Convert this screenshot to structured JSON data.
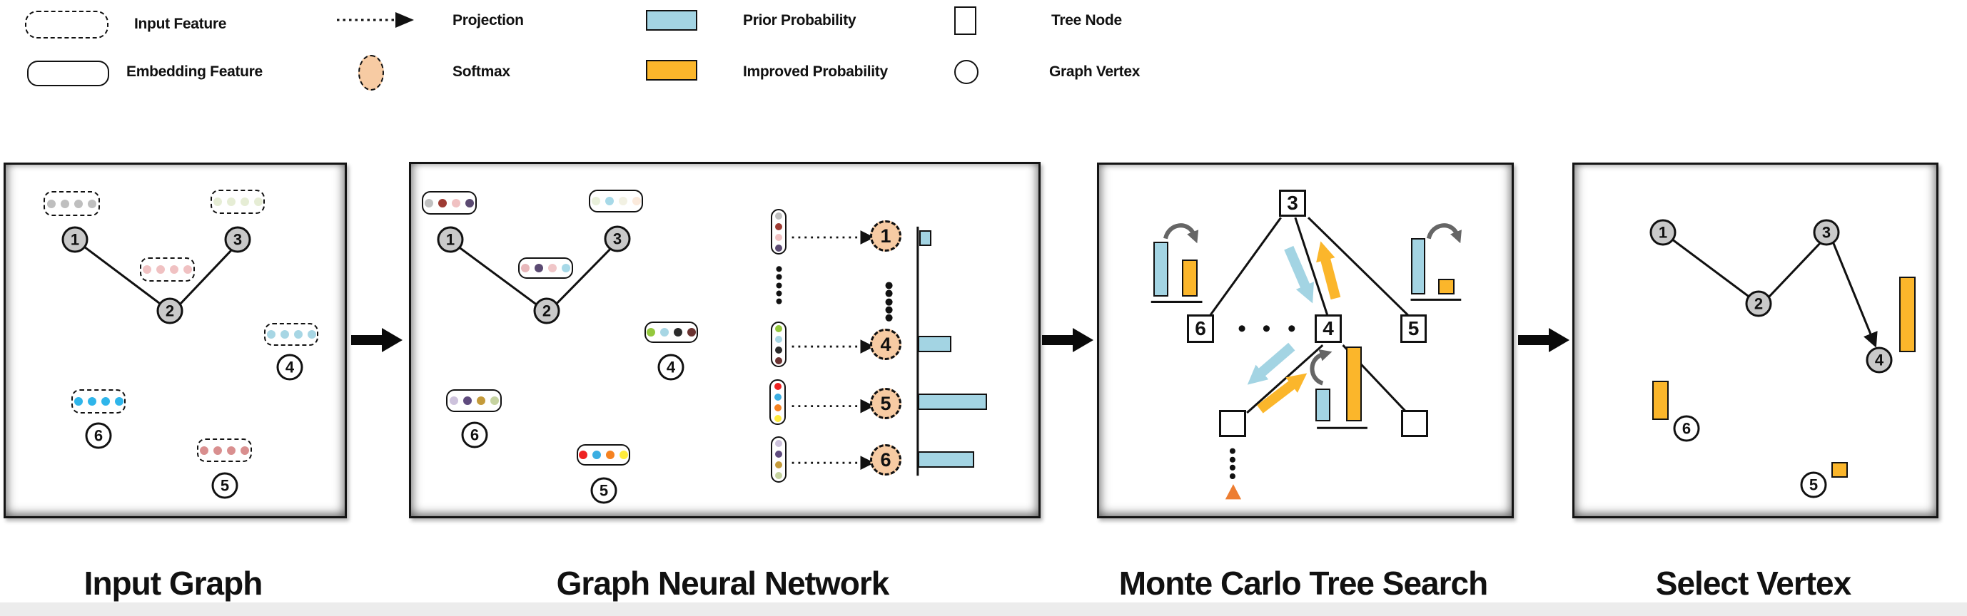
{
  "palette": {
    "prior_probability_blue": "#A3D4E3",
    "improved_probability_yellow": "#FBB62B",
    "softmax_peach": "#F7CBA3",
    "graph_vertex_gray": "#C9C9C9",
    "outline_black": "#111111",
    "update_arrow_gray": "#666666",
    "rollout_triangle_orange": "#ED7D31"
  },
  "legend": {
    "items": [
      {
        "label": "Input Feature",
        "icon": "dashed-rounded-rect"
      },
      {
        "label": "Embedding Feature",
        "icon": "solid-rounded-rect"
      },
      {
        "label": "Projection",
        "icon": "dotted-arrow"
      },
      {
        "label": "Softmax",
        "icon": "dashed-peach-ellipse"
      },
      {
        "label": "Prior Probability",
        "icon": "blue-rect"
      },
      {
        "label": "Improved Probability",
        "icon": "yellow-rect"
      },
      {
        "label": "Tree Node",
        "icon": "white-square"
      },
      {
        "label": "Graph Vertex",
        "icon": "white-circle"
      }
    ]
  },
  "panels": {
    "input_graph": {
      "title": "Input Graph",
      "vertices": [
        {
          "label": "1",
          "state": "in-path"
        },
        {
          "label": "3",
          "state": "in-path"
        },
        {
          "label": "2",
          "state": "in-path"
        },
        {
          "label": "4",
          "state": "candidate"
        },
        {
          "label": "6",
          "state": "candidate"
        },
        {
          "label": "5",
          "state": "candidate"
        }
      ],
      "edges": [
        "1-2",
        "2-3"
      ],
      "features": [
        {
          "vertex": "1",
          "colors": [
            "#BFBFBF",
            "#BFBFBF",
            "#BFBFBF",
            "#BFBFBF"
          ]
        },
        {
          "vertex": "3",
          "colors": [
            "#E6EDD5",
            "#E6EDD5",
            "#E6EDD5",
            "#E6EDD5"
          ]
        },
        {
          "vertex": "2",
          "colors": [
            "#F0C1C2",
            "#F0C1C2",
            "#F0C1C2",
            "#F0C1C2"
          ]
        },
        {
          "vertex": "4",
          "colors": [
            "#A7D6E4",
            "#A7D6E4",
            "#A7D6E4",
            "#A7D6E4"
          ]
        },
        {
          "vertex": "6",
          "colors": [
            "#2FB5EA",
            "#2FB5EA",
            "#2FB5EA",
            "#2FB5EA"
          ]
        },
        {
          "vertex": "5",
          "colors": [
            "#D98F8F",
            "#D98F8F",
            "#D98F8F",
            "#D98F8F"
          ]
        }
      ]
    },
    "gnn": {
      "title": "Graph Neural Network",
      "vertices": [
        {
          "label": "1"
        },
        {
          "label": "3"
        },
        {
          "label": "2"
        },
        {
          "label": "4"
        },
        {
          "label": "6"
        },
        {
          "label": "5"
        }
      ],
      "edges": [
        "1-2",
        "2-3"
      ],
      "embeddings": [
        {
          "vertex": "1",
          "colors": [
            "#C0C0C0",
            "#9E3B33",
            "#F0C1C2",
            "#5B4A72"
          ]
        },
        {
          "vertex": "3",
          "colors": [
            "#E9F0DB",
            "#A7D9E8",
            "#F2F1E3",
            "#FBEADC"
          ]
        },
        {
          "vertex": "2",
          "colors": [
            "#E8B7BA",
            "#5B4A72",
            "#F0C6C8",
            "#A7D9E8"
          ]
        },
        {
          "vertex": "4",
          "colors": [
            "#94C83D",
            "#A7D6E4",
            "#2B2B2B",
            "#6B3331"
          ]
        },
        {
          "vertex": "6",
          "colors": [
            "#CDC2DC",
            "#5F4B7E",
            "#C49A3A",
            "#C6D3A0"
          ]
        },
        {
          "vertex": "5",
          "colors": [
            "#EE2222",
            "#3BAEE2",
            "#F58220",
            "#FFEB3B"
          ]
        }
      ],
      "projections": [
        {
          "vertex": "1",
          "embedding_colors": [
            "#C0C0C0",
            "#9E3B33",
            "#F0C1C2",
            "#5B4A72"
          ],
          "prior_probability": 0.18
        },
        {
          "vertex": "4",
          "embedding_colors": [
            "#94C83D",
            "#A7D6E4",
            "#2B2B2B",
            "#6B3331"
          ],
          "prior_probability": 0.48
        },
        {
          "vertex": "5",
          "embedding_colors": [
            "#EE2222",
            "#3BAEE2",
            "#F58220",
            "#FFEB3B"
          ],
          "prior_probability": 1.0
        },
        {
          "vertex": "6",
          "embedding_colors": [
            "#CDC2DC",
            "#5F4B7E",
            "#C49A3A",
            "#C6D3A0"
          ],
          "prior_probability": 0.81
        }
      ]
    },
    "mcts": {
      "title": "Monte Carlo Tree Search",
      "tree_nodes": [
        {
          "label": "3",
          "role": "root"
        },
        {
          "label": "6",
          "role": "child"
        },
        {
          "label": "4",
          "role": "child"
        },
        {
          "label": "5",
          "role": "child"
        },
        {
          "label": "",
          "role": "leaf"
        },
        {
          "label": "",
          "role": "leaf"
        }
      ],
      "edges": [
        "3-6",
        "3-4",
        "3-5",
        "4-left-leaf",
        "4-right-leaf"
      ],
      "bar_pairs": [
        {
          "at": "node-6",
          "prior": 0.73,
          "improved": 0.5
        },
        {
          "at": "node-5",
          "prior": 0.75,
          "improved": 0.21
        },
        {
          "at": "node-4-children",
          "prior": 0.44,
          "improved": 1.0
        }
      ],
      "icons": [
        "selection-arrow-blue",
        "backup-arrow-yellow",
        "update-arrow-gray",
        "ellipsis-dots",
        "rollout-triangle-orange"
      ]
    },
    "select_vertex": {
      "title": "Select Vertex",
      "vertices": [
        {
          "label": "1",
          "state": "in-path"
        },
        {
          "label": "3",
          "state": "in-path"
        },
        {
          "label": "2",
          "state": "in-path"
        },
        {
          "label": "4",
          "state": "selected"
        },
        {
          "label": "6",
          "state": "candidate"
        },
        {
          "label": "5",
          "state": "candidate"
        }
      ],
      "edges": [
        "1-2",
        "2-3",
        "3-4-arrow"
      ],
      "improved_bars": [
        {
          "near": "4",
          "value": 1.0
        },
        {
          "near": "6",
          "value": 0.52
        },
        {
          "near": "5",
          "value": 0.21
        }
      ]
    }
  }
}
